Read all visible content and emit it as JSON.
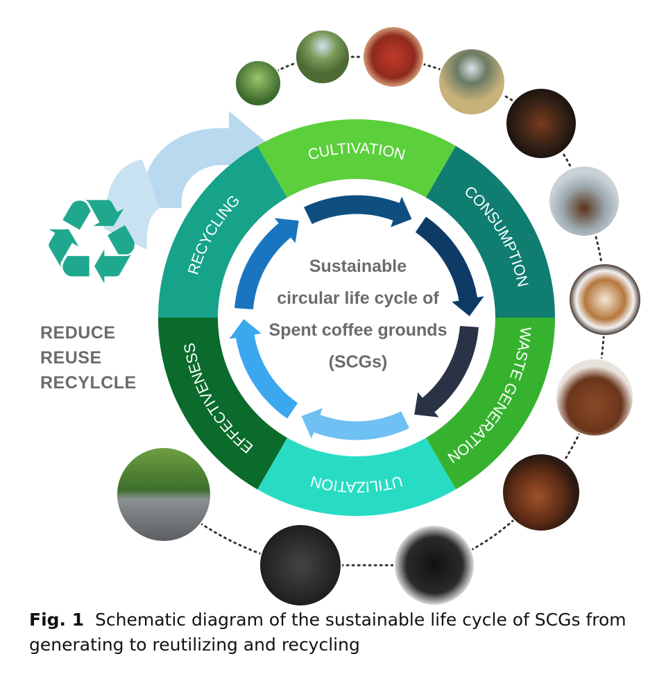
{
  "segments": [
    {
      "label": "CULTIVATION",
      "color": "#5ccf3c"
    },
    {
      "label": "CONSUMPTION",
      "color": "#0f7d70"
    },
    {
      "label": "WASTE GENERATION",
      "color": "#37b22f"
    },
    {
      "label": "UTILIZATION",
      "color": "#28dcc4"
    },
    {
      "label": "EFFECTIVENESS",
      "color": "#0b6b2c"
    },
    {
      "label": "RECYCLING",
      "color": "#17a389"
    }
  ],
  "center_text": [
    "Sustainable",
    "circular life cycle of",
    "Spent coffee grounds",
    "(SCGs)"
  ],
  "slogan": [
    "REDUCE",
    "REUSE",
    "RECYLCLE"
  ],
  "caption": {
    "label": "Fig. 1",
    "text": "Schematic diagram of the sustainable life cycle of SCGs from generating to reutilizing and recycling"
  },
  "colors": {
    "recycle": "#20a88f",
    "big_arrow": "#b9d9ee",
    "text_gray": "#6b6b6b"
  }
}
